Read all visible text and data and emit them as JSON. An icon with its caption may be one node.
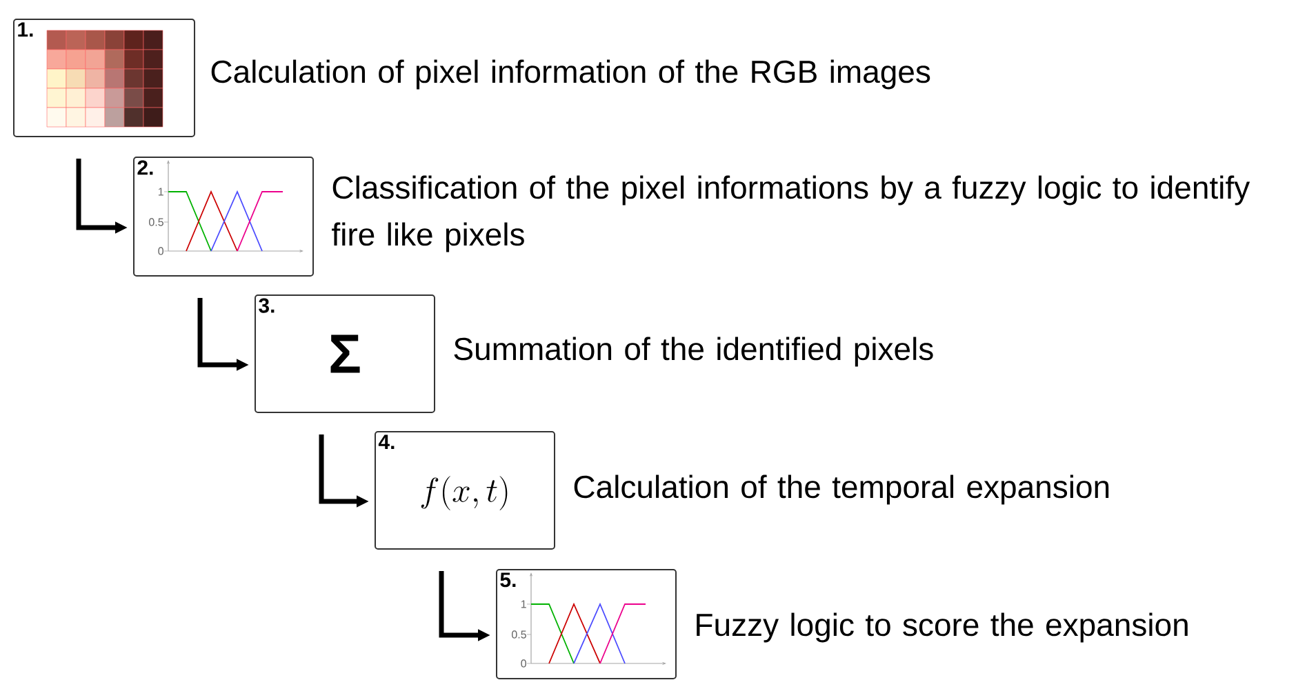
{
  "diagram": {
    "nodes": [
      {
        "text": [
          "1."
        ],
        "beside": [
          "Calculation of pixel information of the RGB images"
        ]
      },
      {
        "text": [
          "2."
        ],
        "beside": [
          "Classification of the pixel informations by a fuzzy logic to identify fire like pixels"
        ]
      },
      {
        "text": [
          "3.",
          "Σ"
        ],
        "beside": [
          "Summation of the identified pixels"
        ]
      },
      {
        "text": [
          "4.",
          "f(x,t)"
        ],
        "beside": [
          "Calculation of the temporal expansion"
        ]
      },
      {
        "text": [
          "5."
        ],
        "beside": [
          "Fuzzy logic to score the expansion"
        ]
      }
    ],
    "edges": [
      {
        "from": 0,
        "to": 1,
        "arrow": "to"
      },
      {
        "from": 1,
        "to": 2,
        "arrow": "to"
      },
      {
        "from": 2,
        "to": 3,
        "arrow": "to"
      },
      {
        "from": 3,
        "to": 4,
        "arrow": "to"
      }
    ],
    "labels": [
      "1",
      "0.5",
      "0",
      "1",
      "0.5",
      "0"
    ]
  }
}
